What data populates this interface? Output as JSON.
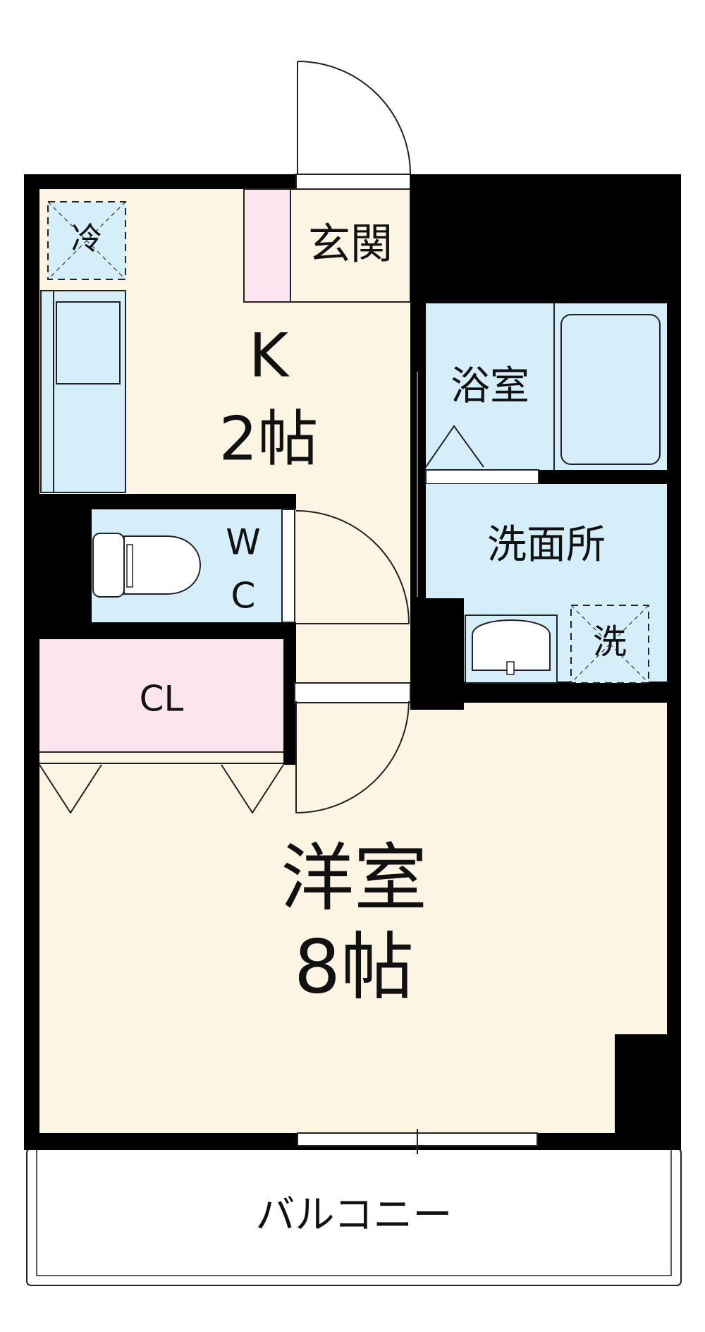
{
  "colors": {
    "wall": "#000000",
    "floor": "#fdf5e4",
    "wet": "#d4eefa",
    "closet": "#fbe5ee",
    "line": "#222222",
    "balcony": "#ffffff"
  },
  "rooms": {
    "entrance": "玄関",
    "kitchen_name": "K",
    "kitchen_size": "2帖",
    "bath": "浴室",
    "washroom": "洗面所",
    "wc_line1": "W",
    "wc_line2": "C",
    "closet": "CL",
    "western_name": "洋室",
    "western_size": "8帖",
    "balcony": "バルコニー"
  },
  "fixtures": {
    "fridge": "冷",
    "washer": "洗"
  }
}
